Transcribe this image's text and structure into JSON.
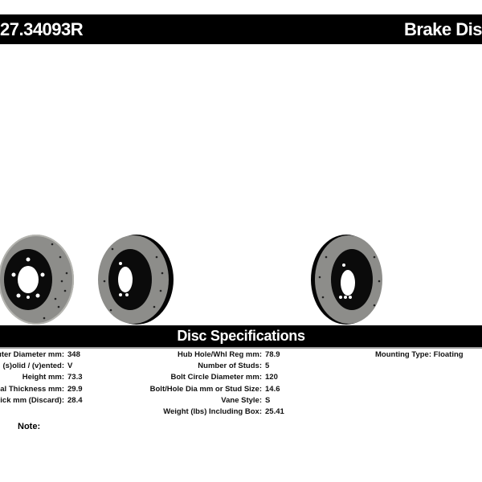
{
  "header": {
    "part_number": "27.34093R",
    "title": "Brake Dis"
  },
  "specs": {
    "title": "Disc Specifications",
    "col1": [
      {
        "label": "Outer Diameter mm:",
        "value": "348"
      },
      {
        "label": "(s)olid / (v)ented:",
        "value": "V"
      },
      {
        "label": "Height mm:",
        "value": "73.3"
      },
      {
        "label": "inal Thickness mm:",
        "value": "29.9"
      },
      {
        "label": "Thick mm (Discard):",
        "value": "28.4"
      }
    ],
    "col2": [
      {
        "label": "Hub Hole/Whl Reg mm:",
        "value": "78.9"
      },
      {
        "label": "Number of Studs:",
        "value": "5"
      },
      {
        "label": "Bolt Circle Diameter mm:",
        "value": "120"
      },
      {
        "label": "Bolt/Hole Dia mm or Stud Size:",
        "value": "14.6"
      },
      {
        "label": "Vane Style:",
        "value": "S"
      },
      {
        "label": "Weight (lbs) Including Box:",
        "value": "25.41"
      }
    ],
    "col3": [
      {
        "label": "Mounting Type:",
        "value": "Floating"
      }
    ],
    "note_label": "Note:"
  },
  "images": [
    "disc-front-view",
    "disc-angled-view",
    "disc-rear-angled-view"
  ]
}
